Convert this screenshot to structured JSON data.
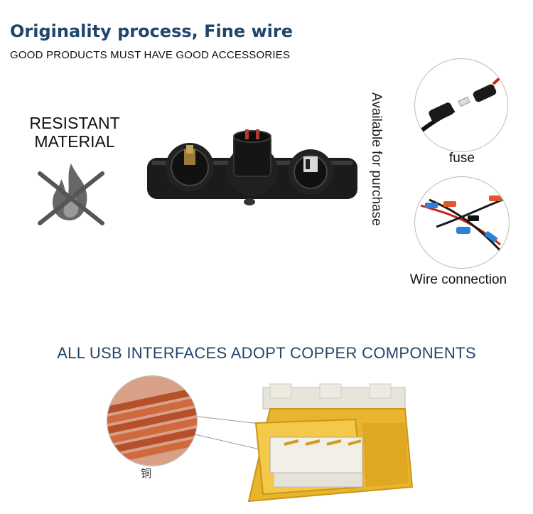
{
  "header": {
    "title": "Originality process, Fine wire",
    "subtitle": "GOOD PRODUCTS MUST HAVE GOOD ACCESSORIES"
  },
  "resistant": {
    "line1": "RESISTANT",
    "line2": "MATERIAL",
    "icon": "no-fire-icon"
  },
  "side_note": "Available for purchase",
  "accessories": [
    {
      "label": "fuse"
    },
    {
      "label": "Wire connection"
    }
  ],
  "usb_section": {
    "heading": "ALL USB INTERFACES ADOPT COPPER COMPONENTS",
    "copper_label": "铜"
  },
  "colors": {
    "heading_blue": "#22456b",
    "copper": "#c8653a",
    "usb_gold": "#e8b52c"
  }
}
